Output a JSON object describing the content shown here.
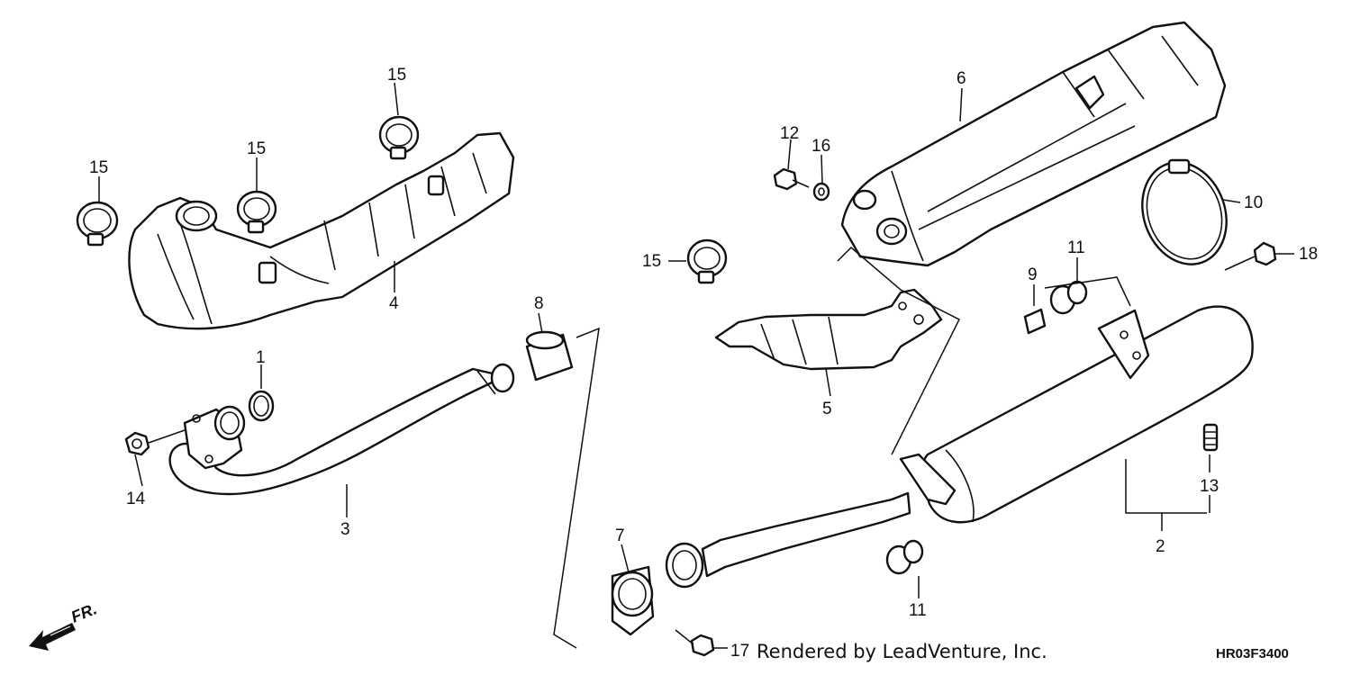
{
  "callouts": [
    {
      "id": "c1",
      "text": "1"
    },
    {
      "id": "c2",
      "text": "2"
    },
    {
      "id": "c3",
      "text": "3"
    },
    {
      "id": "c4",
      "text": "4"
    },
    {
      "id": "c5",
      "text": "5"
    },
    {
      "id": "c6",
      "text": "6"
    },
    {
      "id": "c7",
      "text": "7"
    },
    {
      "id": "c8",
      "text": "8"
    },
    {
      "id": "c9",
      "text": "9"
    },
    {
      "id": "c10",
      "text": "10"
    },
    {
      "id": "c11a",
      "text": "11"
    },
    {
      "id": "c11b",
      "text": "11"
    },
    {
      "id": "c12",
      "text": "12"
    },
    {
      "id": "c13",
      "text": "13"
    },
    {
      "id": "c14",
      "text": "14"
    },
    {
      "id": "c15a",
      "text": "15"
    },
    {
      "id": "c15b",
      "text": "15"
    },
    {
      "id": "c15c",
      "text": "15"
    },
    {
      "id": "c15d",
      "text": "15"
    },
    {
      "id": "c16",
      "text": "16"
    },
    {
      "id": "c17",
      "text": "17"
    },
    {
      "id": "c18",
      "text": "18"
    }
  ],
  "footer": {
    "credit": "Rendered by LeadVenture, Inc.",
    "diagram_code": "HR03F3400"
  },
  "direction": {
    "label": "FR."
  }
}
